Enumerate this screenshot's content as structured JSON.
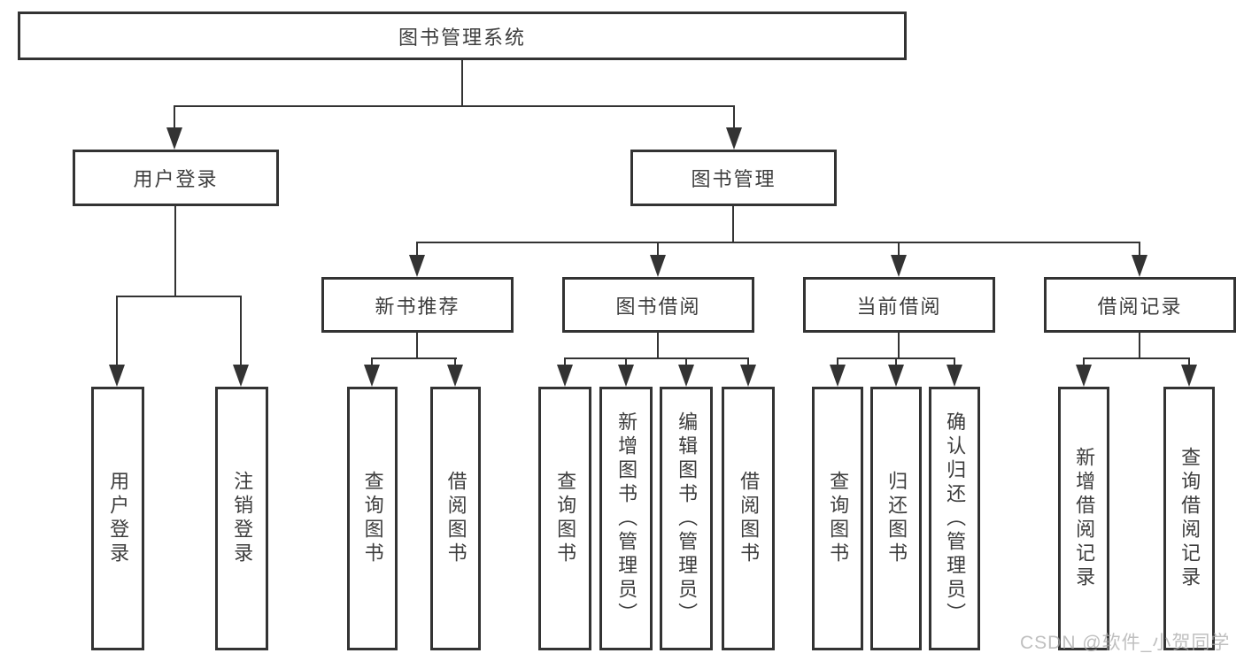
{
  "root": {
    "label": "图书管理系统"
  },
  "branches": {
    "login": {
      "label": "用户登录"
    },
    "management": {
      "label": "图书管理"
    }
  },
  "modules": [
    {
      "label": "新书推荐"
    },
    {
      "label": "图书借阅"
    },
    {
      "label": "当前借阅"
    },
    {
      "label": "借阅记录"
    }
  ],
  "leaves": {
    "login": [
      {
        "label": "用户登录"
      },
      {
        "label": "注销登录"
      }
    ],
    "recommend": [
      {
        "label": "查询图书"
      },
      {
        "label": "借阅图书"
      }
    ],
    "borrow": [
      {
        "label": "查询图书"
      },
      {
        "label": "新增图书（管理员）"
      },
      {
        "label": "编辑图书（管理员）"
      },
      {
        "label": "借阅图书"
      }
    ],
    "current": [
      {
        "label": "查询图书"
      },
      {
        "label": "归还图书"
      },
      {
        "label": "确认归还（管理员）"
      }
    ],
    "records": [
      {
        "label": "新增借阅记录"
      },
      {
        "label": "查询借阅记录"
      }
    ]
  },
  "watermark": {
    "text": "CSDN @软件_小贺同学"
  },
  "colors": {
    "line": "#333333",
    "text": "#3d3d3d",
    "watermark": "#aaaaaa",
    "background": "#ffffff"
  }
}
